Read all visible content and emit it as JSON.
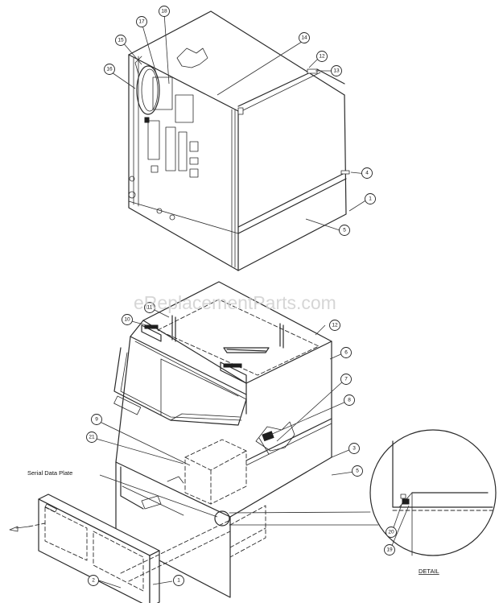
{
  "watermark": "eReplacementParts.com",
  "serial_plate_label": "Serial Data Plate",
  "detail_label": "DETAIL",
  "callouts": {
    "c1a": "1",
    "c4": "4",
    "c5a": "5",
    "c12a": "12",
    "c13": "13",
    "c14": "14",
    "c15": "15",
    "c16": "16",
    "c17": "17",
    "c18": "18",
    "c11": "11",
    "c10": "10",
    "c12b": "12",
    "c6": "6",
    "c7": "7",
    "c8": "8",
    "c3": "3",
    "c5b": "5",
    "c9": "9",
    "c21": "21",
    "c2": "2",
    "c1b": "1",
    "c20": "20",
    "c19": "19"
  }
}
